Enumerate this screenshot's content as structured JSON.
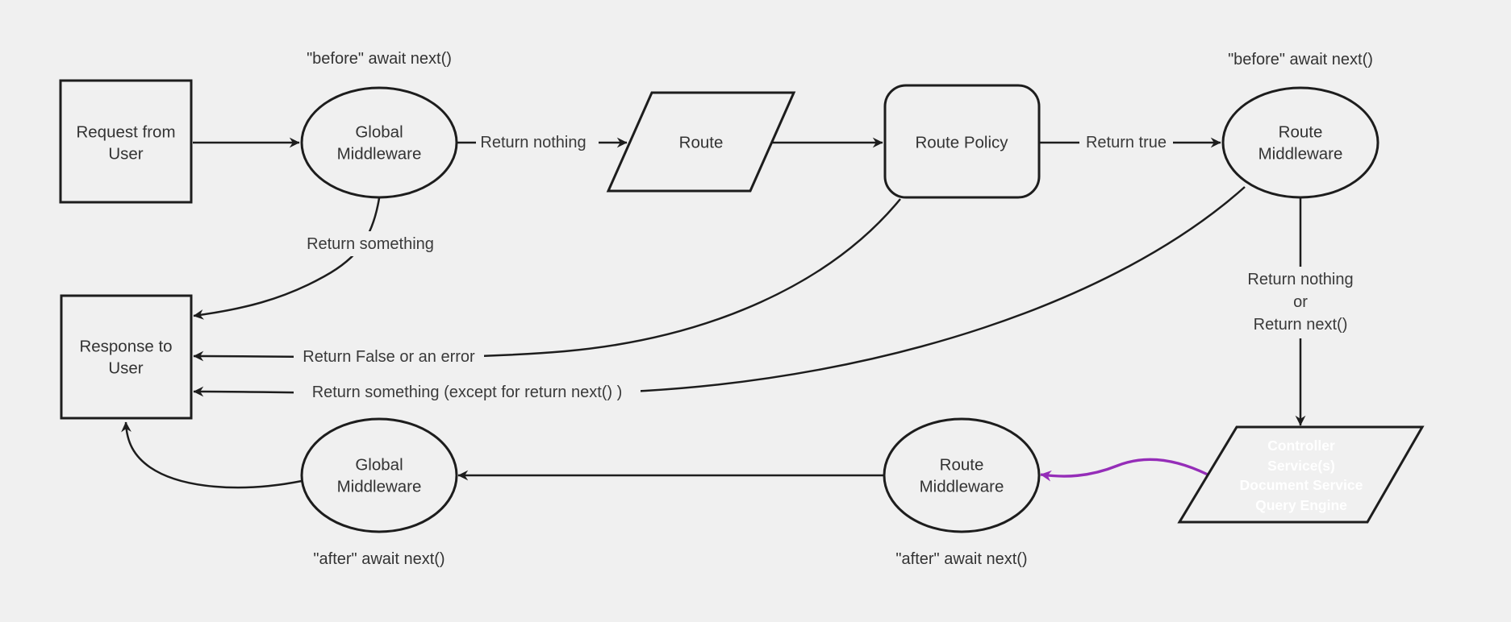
{
  "diagram": {
    "type": "flowchart",
    "description": "Request lifecycle middleware flow diagram"
  },
  "colors": {
    "background": "#f0f0f0",
    "node_fill": "#f0f0f0",
    "node_stroke": "#1d1d1d",
    "edge_stroke": "#1d1d1d",
    "text": "#333333",
    "purple_fill": "#8a1ca6",
    "purple_arrow": "#952db8",
    "purple_node_text": "#ffffff"
  },
  "nodes": {
    "request": {
      "lines": [
        "Request from",
        "User"
      ],
      "shape": "rectangle"
    },
    "global_middleware_before": {
      "lines": [
        "Global",
        "Middleware"
      ],
      "shape": "ellipse"
    },
    "route": {
      "label": "Route",
      "shape": "parallelogram"
    },
    "route_policy": {
      "label": "Route Policy",
      "shape": "rounded-rectangle"
    },
    "route_middleware_before": {
      "lines": [
        "Route",
        "Middleware"
      ],
      "shape": "ellipse"
    },
    "response": {
      "lines": [
        "Response to",
        "User"
      ],
      "shape": "rectangle"
    },
    "controller": {
      "lines": [
        "Controller",
        "Service(s)",
        "Document Service",
        "Query Engine"
      ],
      "shape": "parallelogram"
    },
    "route_middleware_after": {
      "lines": [
        "Route",
        "Middleware"
      ],
      "shape": "ellipse"
    },
    "global_middleware_after": {
      "lines": [
        "Global",
        "Middleware"
      ],
      "shape": "ellipse"
    }
  },
  "annotations": {
    "before_await_left": "\"before\" await next()",
    "before_await_right": "\"before\" await next()",
    "after_await_left": "\"after\" await next()",
    "after_await_right": "\"after\" await next()"
  },
  "edge_labels": {
    "return_nothing": "Return nothing",
    "return_true": "Return true",
    "return_something": "Return something",
    "return_false_error": "Return False or an error",
    "return_something_except": "Return something (except for return next() )",
    "return_nothing_or": [
      "Return nothing",
      "or",
      "Return next()"
    ]
  }
}
